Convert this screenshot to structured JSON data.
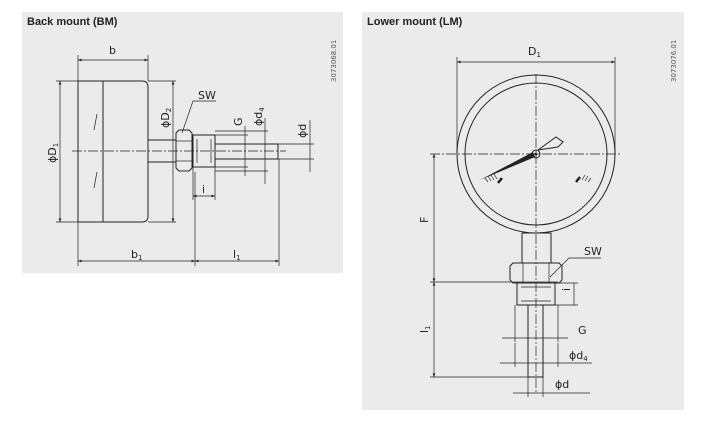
{
  "back_mount": {
    "title": "Back mount (BM)",
    "drawing_id": "3073068.01",
    "labels": {
      "b": "b",
      "D1": "ϕD",
      "D1_sub": "1",
      "D2": "ϕD",
      "D2_sub": "2",
      "SW": "SW",
      "G": "G",
      "d4": "ϕd",
      "d4_sub": "4",
      "d": "ϕd",
      "i": "i",
      "b1": "b",
      "b1_sub": "1",
      "l1": "l",
      "l1_sub": "1"
    }
  },
  "lower_mount": {
    "title": "Lower mount (LM)",
    "drawing_id": "3073076.01",
    "labels": {
      "D1": "D",
      "D1_sub": "1",
      "F": "F",
      "l1": "l",
      "l1_sub": "1",
      "SW": "SW",
      "i": "i",
      "G": "G",
      "d4": "ϕd",
      "d4_sub": "4",
      "d": "ϕd"
    }
  }
}
